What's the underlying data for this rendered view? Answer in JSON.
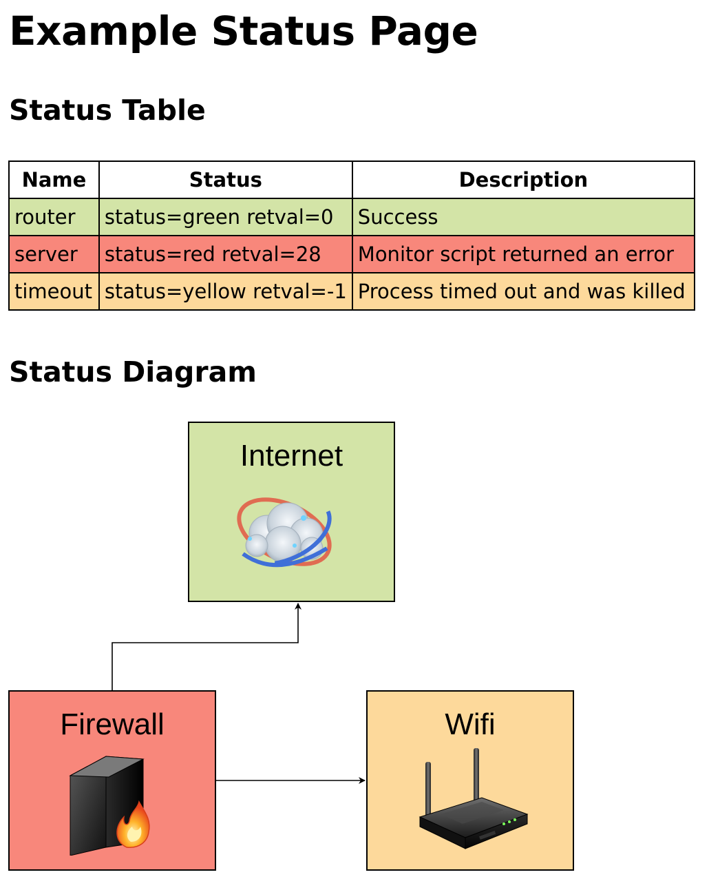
{
  "page": {
    "title": "Example Status Page"
  },
  "status_table": {
    "heading": "Status Table",
    "columns": [
      "Name",
      "Status",
      "Description"
    ],
    "rows": [
      {
        "name": "router",
        "status": "status=green retval=0",
        "description": "Success",
        "color": "#d3e4a7"
      },
      {
        "name": "server",
        "status": "status=red retval=28",
        "description": "Monitor script returned an error",
        "color": "#f8877b"
      },
      {
        "name": "timeout",
        "status": "status=yellow retval=-1",
        "description": "Process timed out and was killed",
        "color": "#fdd99b"
      }
    ]
  },
  "status_diagram": {
    "heading": "Status Diagram",
    "nodes": {
      "internet": {
        "label": "Internet",
        "color": "#d3e4a7",
        "icon": "cloud-globe-icon"
      },
      "firewall": {
        "label": "Firewall",
        "color": "#f8877b",
        "icon": "firewall-icon"
      },
      "wifi": {
        "label": "Wifi",
        "color": "#fdd99b",
        "icon": "wifi-router-icon"
      }
    },
    "edges": [
      {
        "from": "firewall",
        "to": "internet"
      },
      {
        "from": "firewall",
        "to": "wifi"
      }
    ]
  }
}
